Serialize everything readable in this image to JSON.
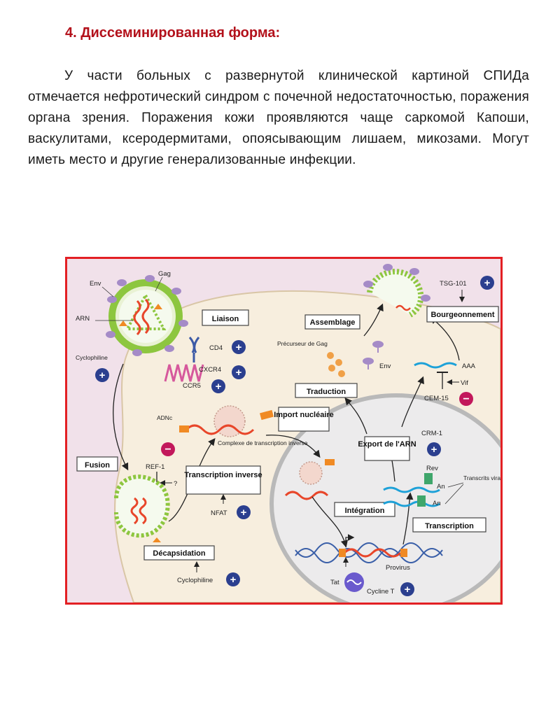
{
  "heading": "4. Диссеминированная форма:",
  "paragraph": "У части больных с развернутой клинической картиной СПИДа отмечается нефротический синдром с почечной недостаточностью, поражения органа зрения. Поражения кожи проявляются чаще саркомой Капоши, васкулитами, ксеродермитами, опоясывающим лишаем, микозами. Могут иметь место и другие генерализованные инфекции.",
  "diagram": {
    "virion_labels": {
      "env": "Env",
      "gag": "Gag",
      "arn": "ARN",
      "cyclophiline": "Cyclophiline"
    },
    "steps": {
      "liaison": "Liaison",
      "fusion": "Fusion",
      "transcription_inverse": "Transcription inverse",
      "decapsidation": "Décapsidation",
      "import_nucleaire": "Import nucléaire",
      "integration": "Intégration",
      "transcription": "Transcription",
      "export_arn": "Export de l'ARN",
      "traduction": "Traduction",
      "assemblage": "Assemblage",
      "bourgeonnement": "Bourgeonnement"
    },
    "factors": {
      "cd4": "CD4",
      "cxcr4": "CXCR4",
      "ccr5": "CCR5",
      "ref1": "REF-1",
      "question": "?",
      "nfat": "NFAT",
      "cyclophiline2": "Cyclophiline",
      "adnc": "ADNc",
      "complexe": "Complexe de transcription inverse",
      "precurseur": "Précurseur de Gag",
      "env2": "Env",
      "aaa": "AAA",
      "vif": "Vif",
      "cem15": "CEM-15",
      "crm1": "CRM-1",
      "rev": "Rev",
      "an1": "An",
      "an2": "An",
      "transcrits": "Transcrits viraux",
      "tat": "Tat",
      "cycline": "Cycline T",
      "provirus": "Provirus",
      "tsg101": "TSG-101"
    },
    "signs": {
      "plus": "+",
      "minus": "−"
    },
    "colors": {
      "frame": "#e32024",
      "cell": "#f7eede",
      "nucleus": "#ecebec",
      "virion_outer": "#8dc63f",
      "rna": "#e8462a",
      "dna": "#3a5fa8",
      "plus_badge": "#2b3f8f",
      "minus_badge": "#c2185b"
    }
  }
}
